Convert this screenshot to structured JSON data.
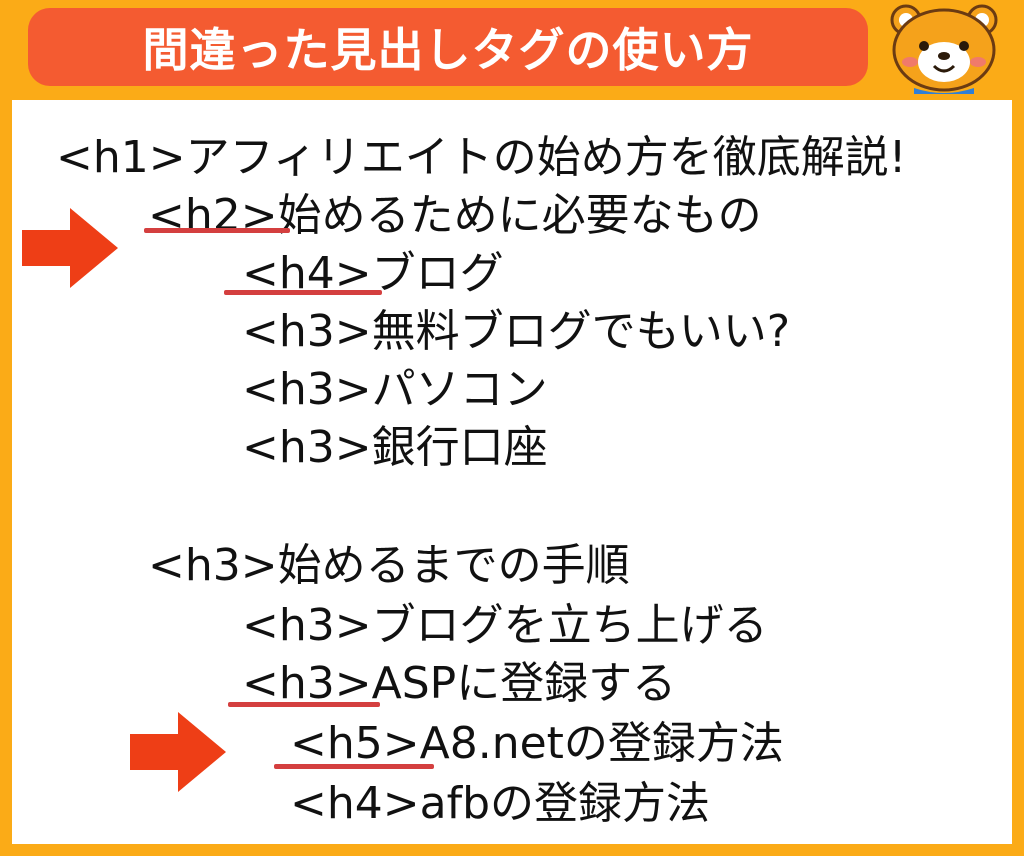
{
  "header": {
    "title": "間違った見出しタグの使い方"
  },
  "mascot": {
    "icon": "bear-mascot-icon"
  },
  "outline": [
    {
      "tag": "<h1>",
      "text": "アフィリエイトの始め方を徹底解説!"
    },
    {
      "tag": "<h2>",
      "text": "始めるために必要なもの",
      "highlighted": true
    },
    {
      "tag": "<h4>",
      "text": "ブログ",
      "highlighted": true
    },
    {
      "tag": "<h3>",
      "text": "無料ブログでもいい?"
    },
    {
      "tag": "<h3>",
      "text": "パソコン"
    },
    {
      "tag": "<h3>",
      "text": "銀行口座"
    },
    {
      "tag": "<h3>",
      "text": "始めるまでの手順"
    },
    {
      "tag": "<h3>",
      "text": "ブログを立ち上げる"
    },
    {
      "tag": "<h3>",
      "text": "ASPに登録する",
      "highlighted": true
    },
    {
      "tag": "<h5>",
      "text": "A8.netの登録方法",
      "highlighted": true
    },
    {
      "tag": "<h4>",
      "text": "afbの登録方法"
    }
  ],
  "colors": {
    "background": "#fbab17",
    "header": "#f45b31",
    "underline": "#d43f3f",
    "arrow": "#ee3e16"
  }
}
